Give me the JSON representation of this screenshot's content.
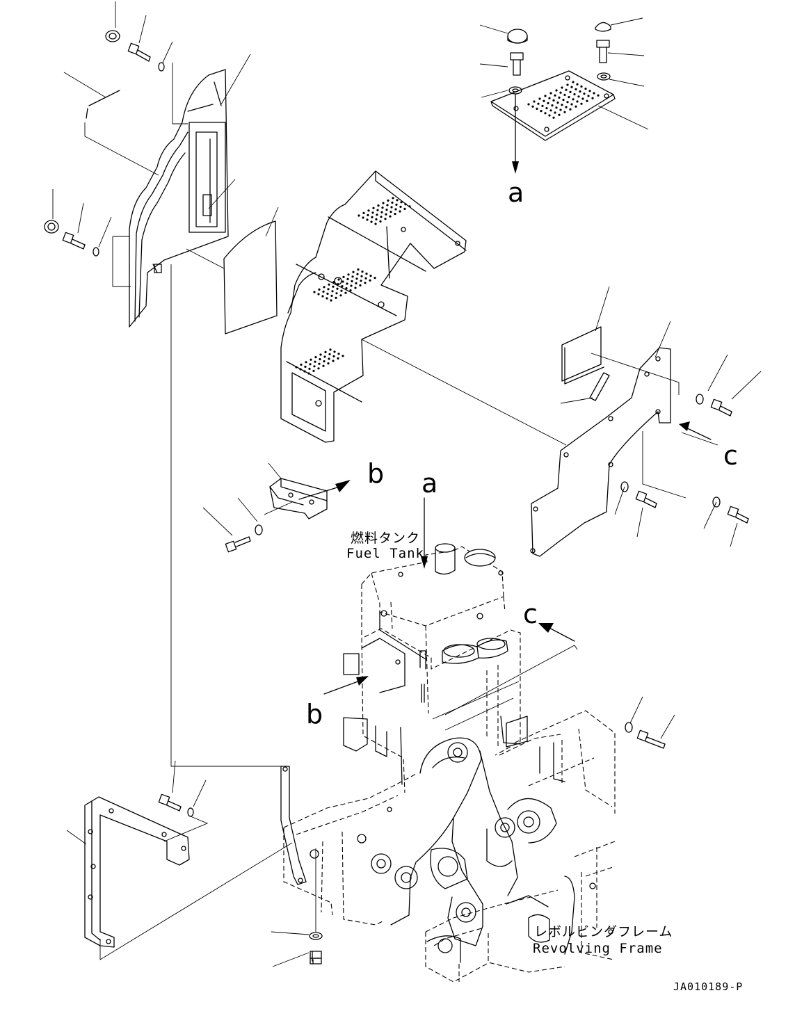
{
  "labels": {
    "view_a_top": "a",
    "view_a_tank": "a",
    "view_b_bracket": "b",
    "view_b_tank": "b",
    "view_c_right": "c",
    "view_c_tank": "c"
  },
  "fuel_tank": {
    "jp": "燃料タンク",
    "en": "Fuel Tank"
  },
  "revolving_frame": {
    "jp": "レボルビングフレーム",
    "en": "Revolving Frame"
  },
  "drawing_code": "JA010189-P"
}
